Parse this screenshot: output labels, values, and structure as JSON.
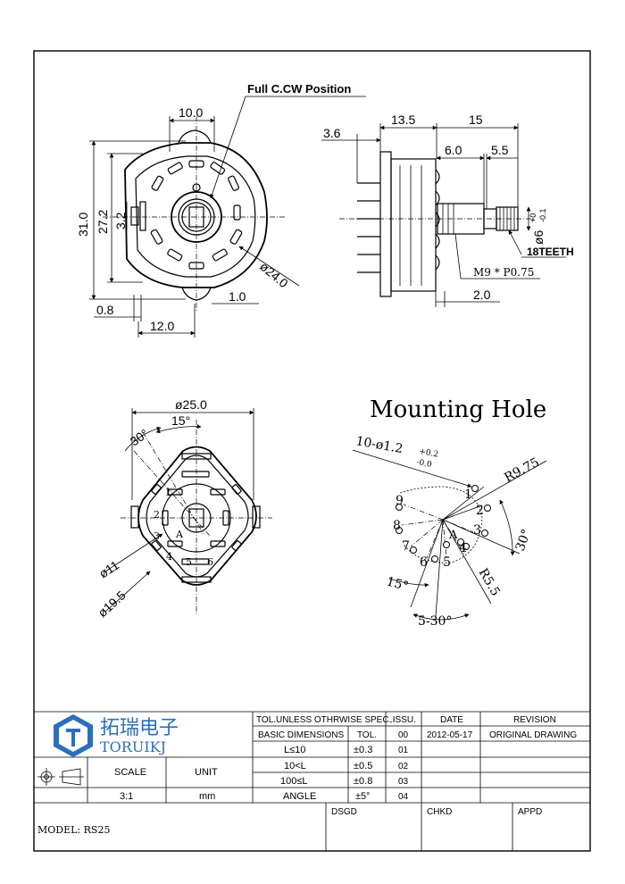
{
  "dimensions": {
    "top": "10.0",
    "callout": "Full C.CW Position",
    "height_outer": "31.0",
    "height_inner": "27.2",
    "tab_h": "3.2",
    "dia_body": "ø24.0",
    "tab_gap": "1.0",
    "tab_w": "0.8",
    "width_half": "12.0",
    "side_deck": "13.5",
    "side_shaft": "15",
    "side_bushing_step": "3.6",
    "side_bushing": "6.0",
    "side_knurl": "5.5",
    "side_shaft_dia": "ø6",
    "side_shaft_tol_upper": "+0",
    "side_shaft_tol_lower": "-0.1",
    "teeth": "18TEETH",
    "thread": "M9 * P0.75",
    "side_flat": "2.0",
    "wafer_dia": "ø25.0",
    "wafer_angle_15": "15°",
    "wafer_angle_30": "30°",
    "wafer_dia_11": "ø11",
    "wafer_dia_195": "ø19.5",
    "wafer_pins": [
      "1",
      "2",
      "3",
      "4",
      "5",
      "6"
    ],
    "wafer_common": "A"
  },
  "mounting": {
    "title": "Mounting Hole",
    "holes_label": "10-ø1.2",
    "holes_tol_upper": "+0.2",
    "holes_tol_lower": "-0.0",
    "radius_outer": "R9.75",
    "radius_inner": "R5.5",
    "angle_30": "30°",
    "angle_15": "15°",
    "angle_5x30": "5-30°",
    "hole_numbers": [
      "1",
      "2",
      "3",
      "4",
      "5",
      "6",
      "7",
      "8",
      "9"
    ],
    "common": "A"
  },
  "title_block": {
    "company_cn": "拓瑞电子",
    "company_en": "TORUIKJ",
    "tol_header": "TOL.UNLESS OTHRWISE SPEC.",
    "issu_header": ".ISSU.",
    "date_header": "DATE",
    "revision_header": "REVISION",
    "basic_dim": "BASIC DIMENSIONS",
    "tol": "TOL.",
    "rows": [
      {
        "range": "L≤10",
        "tol": "±0.3",
        "issue": "01"
      },
      {
        "range": "10<L",
        "tol": "±0.5",
        "issue": "02"
      },
      {
        "range": "100≤L",
        "tol": "±0.8",
        "issue": "03"
      },
      {
        "range": "ANGLE",
        "tol": "±5°",
        "issue": "04"
      }
    ],
    "issue_00": "00",
    "date_00": "2012-05-17",
    "revision_00": "ORIGINAL DRAWING",
    "scale_label": "SCALE",
    "unit_label": "UNIT",
    "scale_value": "3:1",
    "unit_value": "mm",
    "model": "MODEL: RS25",
    "dsgd": "DSGD",
    "chkd": "CHKD",
    "appd": "APPD"
  }
}
